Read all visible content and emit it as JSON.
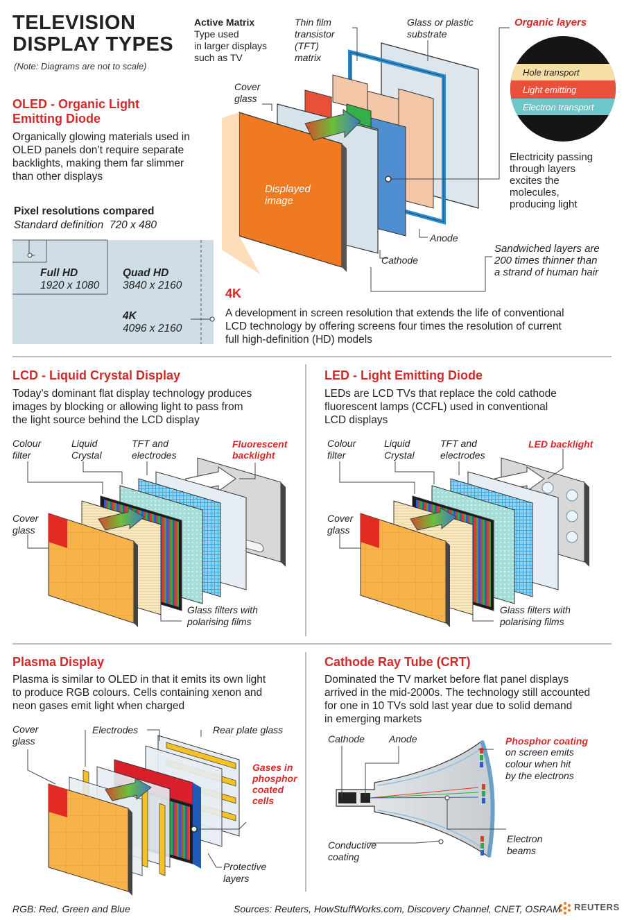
{
  "header": {
    "title_line1": "TELEVISION",
    "title_line2": "DISPLAY TYPES",
    "note": "(Note: Diagrams are not to scale)"
  },
  "oled": {
    "title_line1": "OLED - Organic Light",
    "title_line2": "Emitting Diode",
    "body": [
      "Organically glowing materials used in",
      "OLED panels don’t require separate",
      "backlights, making them far slimmer",
      "than other displays"
    ],
    "active_matrix_title": "Active Matrix",
    "active_matrix_body": [
      "Type used",
      "in larger displays",
      "such as TV"
    ],
    "labels": {
      "tft": [
        "Thin film",
        "transistor",
        "(TFT)",
        "matrix"
      ],
      "substrate": [
        "Glass or plastic",
        "substrate"
      ],
      "organic_layers": "Organic layers",
      "cover_glass": [
        "Cover",
        "glass"
      ],
      "displayed_image": [
        "Displayed",
        "image"
      ],
      "anode": "Anode",
      "cathode": "Cathode",
      "electricity": [
        "Electricity passing",
        "through layers",
        "excites the",
        "molecules,",
        "producing light"
      ],
      "sandwiched": [
        "Sandwiched layers are",
        "200 times thinner than",
        "a strand of human hair"
      ]
    },
    "layers": {
      "hole": "Hole transport",
      "light": "Light emitting",
      "electron": "Electron transport"
    }
  },
  "resolutions": {
    "title": "Pixel resolutions compared",
    "sd_label": "Standard definition",
    "sd_value": "720 x 480",
    "fullhd_label": "Full HD",
    "fullhd_value": "1920 x 1080",
    "quadhd_label": "Quad HD",
    "quadhd_value": "3840 x 2160",
    "k4_label": "4K",
    "k4_value": "4096 x 2160"
  },
  "fourk": {
    "title": "4K",
    "body": [
      "A development in screen resolution that extends the life of conventional",
      "LCD technology by offering screens four times the resolution of current",
      "full high-definition (HD) models"
    ]
  },
  "lcd": {
    "title": "LCD - Liquid Crystal Display",
    "body": [
      "Today’s dominant flat display technology produces",
      "images by blocking or allowing light to pass from",
      "the light source behind the LCD display"
    ],
    "labels": {
      "colour_filter": [
        "Colour",
        "filter"
      ],
      "liquid_crystal": [
        "Liquid",
        "Crystal"
      ],
      "tft": [
        "TFT and",
        "electrodes"
      ],
      "backlight": [
        "Fluorescent",
        "backlight"
      ],
      "cover_glass": [
        "Cover",
        "glass"
      ],
      "glass_filters": [
        "Glass filters with",
        "polarising films"
      ]
    }
  },
  "led": {
    "title": "LED - Light Emitting Diode",
    "body": [
      "LEDs are LCD TVs that replace the cold cathode",
      "fluorescent lamps (CCFL) used in conventional",
      "LCD displays"
    ],
    "labels": {
      "colour_filter": [
        "Colour",
        "filter"
      ],
      "liquid_crystal": [
        "Liquid",
        "Crystal"
      ],
      "tft": [
        "TFT and",
        "electrodes"
      ],
      "backlight": "LED backlight",
      "cover_glass": [
        "Cover",
        "glass"
      ],
      "glass_filters": [
        "Glass filters with",
        "polarising films"
      ]
    }
  },
  "plasma": {
    "title": "Plasma Display",
    "body": [
      "Plasma is similar to OLED in that it emits its own light",
      "to produce RGB colours. Cells containing xenon and",
      "neon gases emit light when charged"
    ],
    "labels": {
      "cover_glass": [
        "Cover",
        "glass"
      ],
      "electrodes": "Electrodes",
      "rear_plate": "Rear plate glass",
      "gases": [
        "Gases in",
        "phosphor",
        "coated",
        "cells"
      ],
      "protective": [
        "Protective",
        "layers"
      ]
    }
  },
  "crt": {
    "title": "Cathode Ray Tube (CRT)",
    "body": [
      "Dominated the TV market before flat panel displays",
      "arrived in the mid-2000s. The technology still accounted",
      "for one in 10 TVs sold last year due to solid demand",
      "in emerging markets"
    ],
    "labels": {
      "cathode": "Cathode",
      "anode": "Anode",
      "phosphor_title": "Phosphor coating",
      "phosphor_body": [
        "on screen emits",
        "colour when hit",
        "by the electrons"
      ],
      "conductive": [
        "Conductive",
        "coating"
      ],
      "electron_beams": [
        "Electron",
        "beams"
      ]
    }
  },
  "footer": {
    "rgb": "RGB: Red, Green and Blue",
    "sources": "Sources: Reuters, HowStuffWorks.com, Discovery Channel, CNET, OSRAM",
    "logo": "REUTERS"
  },
  "colors": {
    "accent_red": "#d22a2a",
    "orange": "#f07a22",
    "res_blue": "#cfdde6",
    "layer_tan": "#f2d9a0",
    "layer_light": "#e8503a",
    "layer_electron": "#6cc7c9"
  }
}
